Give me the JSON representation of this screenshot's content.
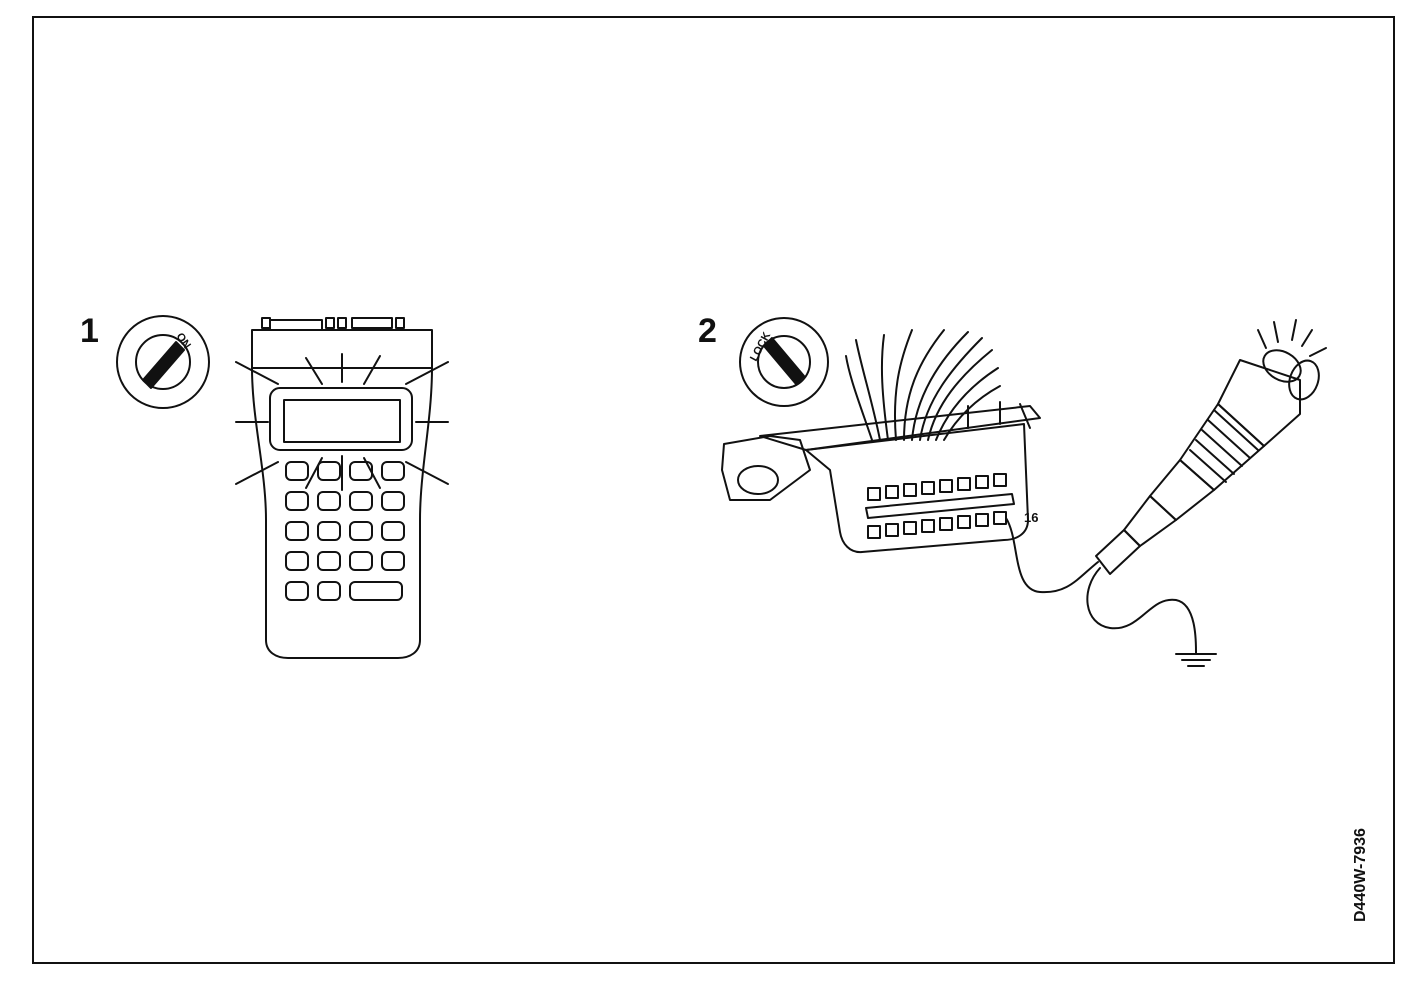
{
  "steps": {
    "step1": {
      "number": "1",
      "key_label": "ON"
    },
    "step2": {
      "number": "2",
      "key_label": "LOCK",
      "pin_label": "16"
    }
  },
  "reference_code": "D440W-7936",
  "icons": {
    "step1": [
      "ignition-key-on-icon",
      "scan-tool-icon"
    ],
    "step2": [
      "ignition-key-lock-icon",
      "dlc-connector-icon",
      "test-light-icon",
      "ground-symbol-icon"
    ]
  },
  "colors": {
    "ink": "#111111",
    "paper": "#ffffff"
  }
}
